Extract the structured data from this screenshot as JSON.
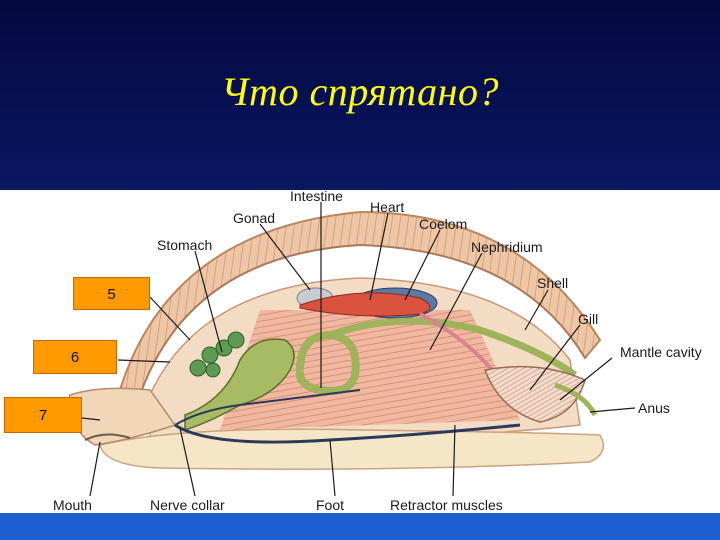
{
  "slide": {
    "title": "Что спрятано?"
  },
  "diagram": {
    "labels": {
      "intestine": "Intestine",
      "heart": "Heart",
      "gonad": "Gonad",
      "coelom": "Coelom",
      "stomach": "Stomach",
      "nephridium": "Nephridium",
      "shell": "Shell",
      "gill": "Gill",
      "mantle_cavity": "Mantle cavity",
      "anus": "Anus",
      "mouth": "Mouth",
      "nerve_collar": "Nerve collar",
      "foot": "Foot",
      "retractor_muscles": "Retractor muscles"
    },
    "hidden_boxes": [
      "5",
      "6",
      "7"
    ]
  },
  "colors": {
    "title": "#ffff00",
    "box": "#ff9900",
    "shell": "#e9c79a",
    "digestive": "#9fb35a",
    "heart": "#d9533f",
    "muscle": "#e8a48c"
  }
}
